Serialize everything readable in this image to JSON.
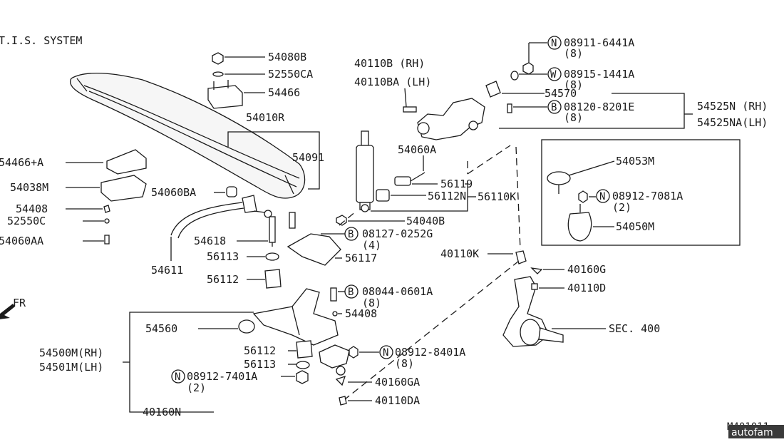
{
  "header": {
    "title": "T.I.S. SYSTEM",
    "fr": "FR"
  },
  "labels": {
    "p54080B": "54080B",
    "p52550CA": "52550CA",
    "p54466": "54466",
    "p54010R": "54010R",
    "p54091": "54091",
    "p54466A": "54466+A",
    "p54038M": "54038M",
    "p54408a": "54408",
    "p52550C": "52550C",
    "p54060AA": "54060AA",
    "p54060BA": "54060BA",
    "p54618": "54618",
    "p54611": "54611",
    "p56113a": "56113",
    "p56112a": "56112",
    "p40110B": "40110B  (RH)",
    "p40110BA": "40110BA (LH)",
    "p54060A": "54060A",
    "p56119": "56119",
    "p56112N": "56112N",
    "p56110K": "56110K",
    "p54040B": "54040B",
    "p08127": "08127-0252G",
    "p08127q": "(4)",
    "p56117": "56117",
    "p08044": "08044-0601A",
    "p08044q": "(8)",
    "p54408b": "54408",
    "p54560": "54560",
    "p54500M": "54500M(RH)",
    "p54501M": "54501M(LH)",
    "p56112b": "56112",
    "p56113b": "56113",
    "p08912_7401": "08912-7401A",
    "p08912_7401q": "(2)",
    "p40160N": "40160N",
    "p08912_8401": "08912-8401A",
    "p08912_8401q": "(8)",
    "p40160GA": "40160GA",
    "p40110DA": "40110DA",
    "p08911": "08911-6441A",
    "p08911q": "(8)",
    "p08915": "08915-1441A",
    "p08915q": "(8)",
    "p54570": "54570",
    "p08120": "08120-8201E",
    "p08120q": "(8)",
    "p54525N": "54525N (RH)",
    "p54525NA": "54525NA(LH)",
    "p54053M": "54053M",
    "p08912_7081": "08912-7081A",
    "p08912_7081q": "(2)",
    "p54050M": "54050M",
    "p40110K": "40110K",
    "p40160G": "40160G",
    "p40110D": "40110D",
    "pSEC400": "SEC. 400"
  },
  "prefixes": {
    "N": "N",
    "W": "W",
    "B": "B"
  },
  "footer": {
    "code": "M401011",
    "watermark": "autofam"
  }
}
